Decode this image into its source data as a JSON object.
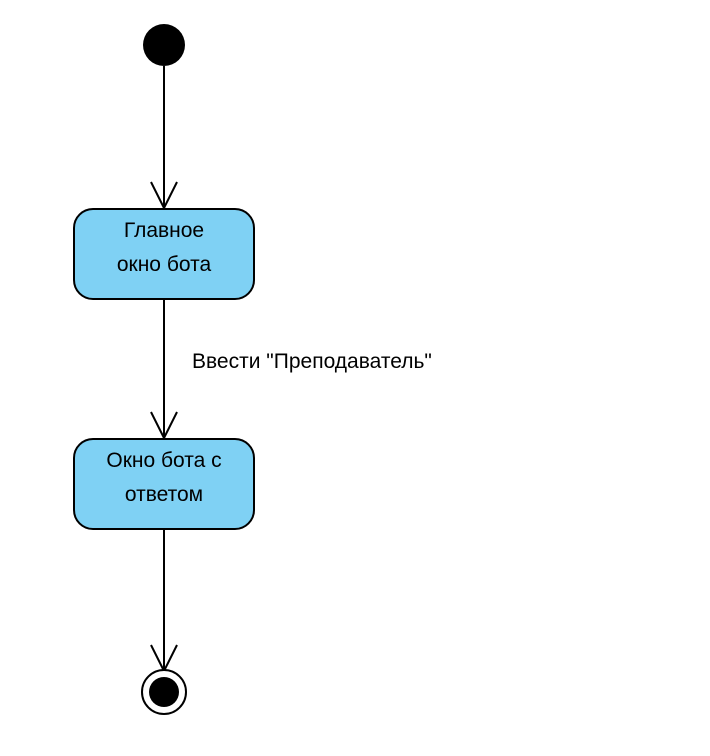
{
  "diagram": {
    "type": "uml-state-diagram",
    "state_fill": "#7fd1f4",
    "stroke_color": "#000000",
    "states": [
      {
        "id": "main",
        "lines": [
          "Главное",
          "окно бота"
        ]
      },
      {
        "id": "answer",
        "lines": [
          "Окно бота с",
          "ответом"
        ]
      }
    ],
    "transitions": [
      {
        "from": "initial",
        "to": "main",
        "label": ""
      },
      {
        "from": "main",
        "to": "answer",
        "label": "Ввести \"Преподаватель\""
      },
      {
        "from": "answer",
        "to": "final",
        "label": ""
      }
    ]
  }
}
